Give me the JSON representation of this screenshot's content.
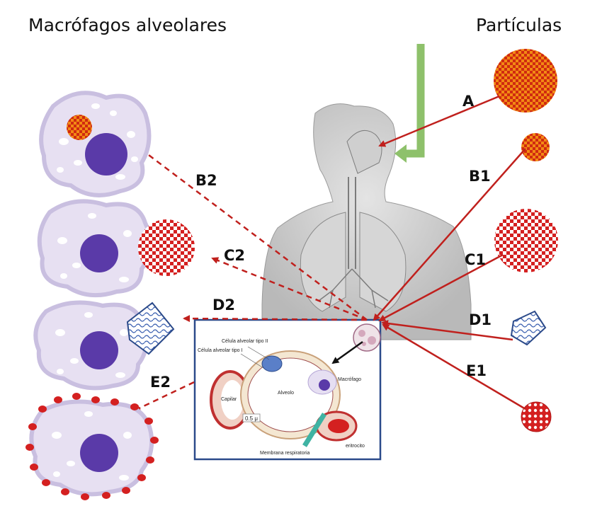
{
  "title_left": "Macrófagos alveolares",
  "title_right": "Partículas",
  "labels": {
    "A": "A",
    "B1": "B1",
    "B2": "B2",
    "C1": "C1",
    "C2": "C2",
    "D1": "D1",
    "D2": "D2",
    "E1": "E1",
    "E2": "E2"
  },
  "inset": {
    "type2": "Célula alveolar tipo II",
    "type1": "Célula alveolar tipo I",
    "capillary": "Capilar",
    "alveolus": "Alveolo",
    "macrophage": "Macrófago",
    "erythrocyte": "eritrocito",
    "membrane": "Membrana respiratoria",
    "scale": "0.5 μ"
  },
  "colors": {
    "arrow": "#c0201d",
    "particle_orange": "#f28a14",
    "particle_red": "#d42020",
    "cell_membrane": "#c9bfe0",
    "nucleus": "#5a3aa8",
    "airflow": "#8ec16b",
    "inset_border": "#2b4a8a"
  }
}
